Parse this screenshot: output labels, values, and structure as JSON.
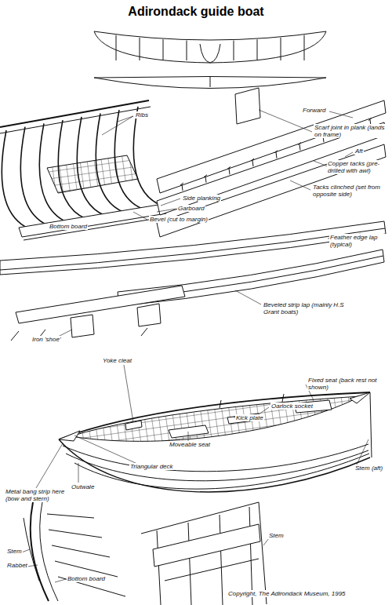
{
  "diagram": {
    "title": "Adirondack guide boat",
    "labels": [
      "Ribs",
      "Side planking",
      "Garboard",
      "Bottom board",
      "Bevel (cut to margin)",
      "Forward",
      "Scarf joint in plank (lands on frame)",
      "Aft",
      "Copper tacks (pre-drilled with awl)",
      "Tacks clinched (set from opposite side)",
      "Feather edge lap (typical)",
      "Beveled strip lap (mainly H.S Grant boats)",
      "Iron 'shoe'",
      "Yoke cleat",
      "Fixed seat (back rest not shown)",
      "Oarlock socket",
      "Kick plate",
      "Moveable seat",
      "Stem (aft)",
      "Triangular deck",
      "Outwale",
      "Metal bang strip here (bow and stern)",
      "Stem",
      "Rabbet",
      "Bottom board",
      "Stem",
      "Copyright, The Adirondack Museum, 1995"
    ]
  }
}
